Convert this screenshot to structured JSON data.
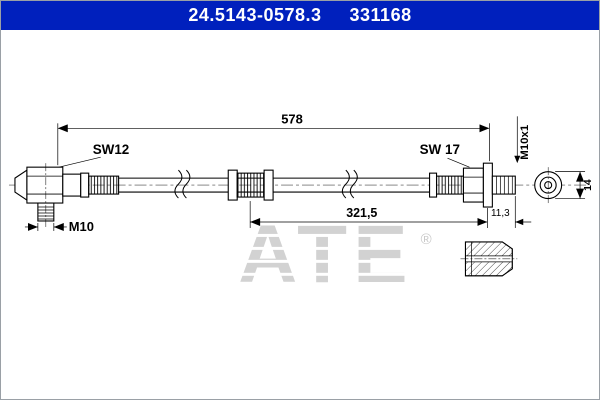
{
  "header": {
    "part_number": "24.5143-0578.3",
    "ref_number": "331168"
  },
  "drawing": {
    "dim_total_length": "578",
    "dim_hose_length": "321,5",
    "dim_thread_protrusion": "11,3",
    "dim_nut_od": "14",
    "label_wrench_left": "SW12",
    "label_wrench_right": "SW 17",
    "label_thread_left": "M10",
    "label_thread_right": "M10x1",
    "watermark": "ATE",
    "watermark_reg": "®"
  },
  "colors": {
    "header_bg": "#0020bd",
    "header_text": "#ffffff",
    "line": "#000000",
    "watermark": "#d2d2d2"
  }
}
